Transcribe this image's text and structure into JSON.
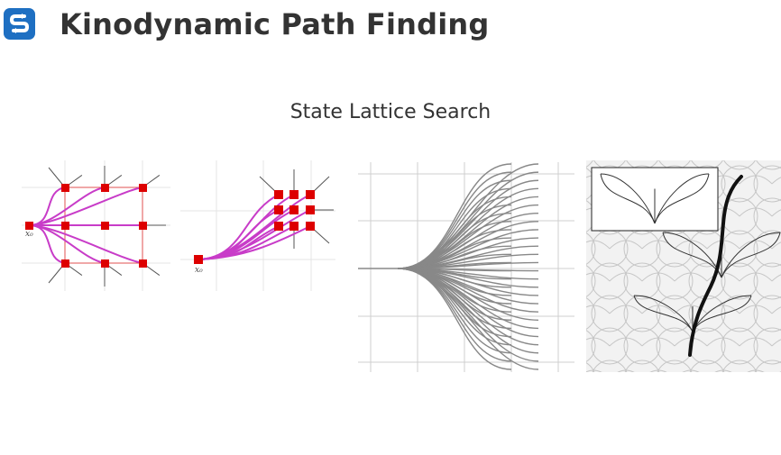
{
  "header": {
    "title": "Kinodynamic Path Finding",
    "logo_icon": "s-logo-icon",
    "logo_color": "#1e6fc2"
  },
  "section": {
    "subtitle": "State Lattice Search"
  },
  "figures": {
    "fig1": {
      "start_label": "x₀",
      "node_color": "#dd0000",
      "path_color": "#c83cc8"
    },
    "fig2": {
      "start_label": "x₀",
      "node_color": "#dd0000",
      "path_color": "#c83cc8"
    },
    "fig3": {
      "curve_color": "#888888"
    },
    "fig4": {
      "path_color": "#111111"
    }
  }
}
